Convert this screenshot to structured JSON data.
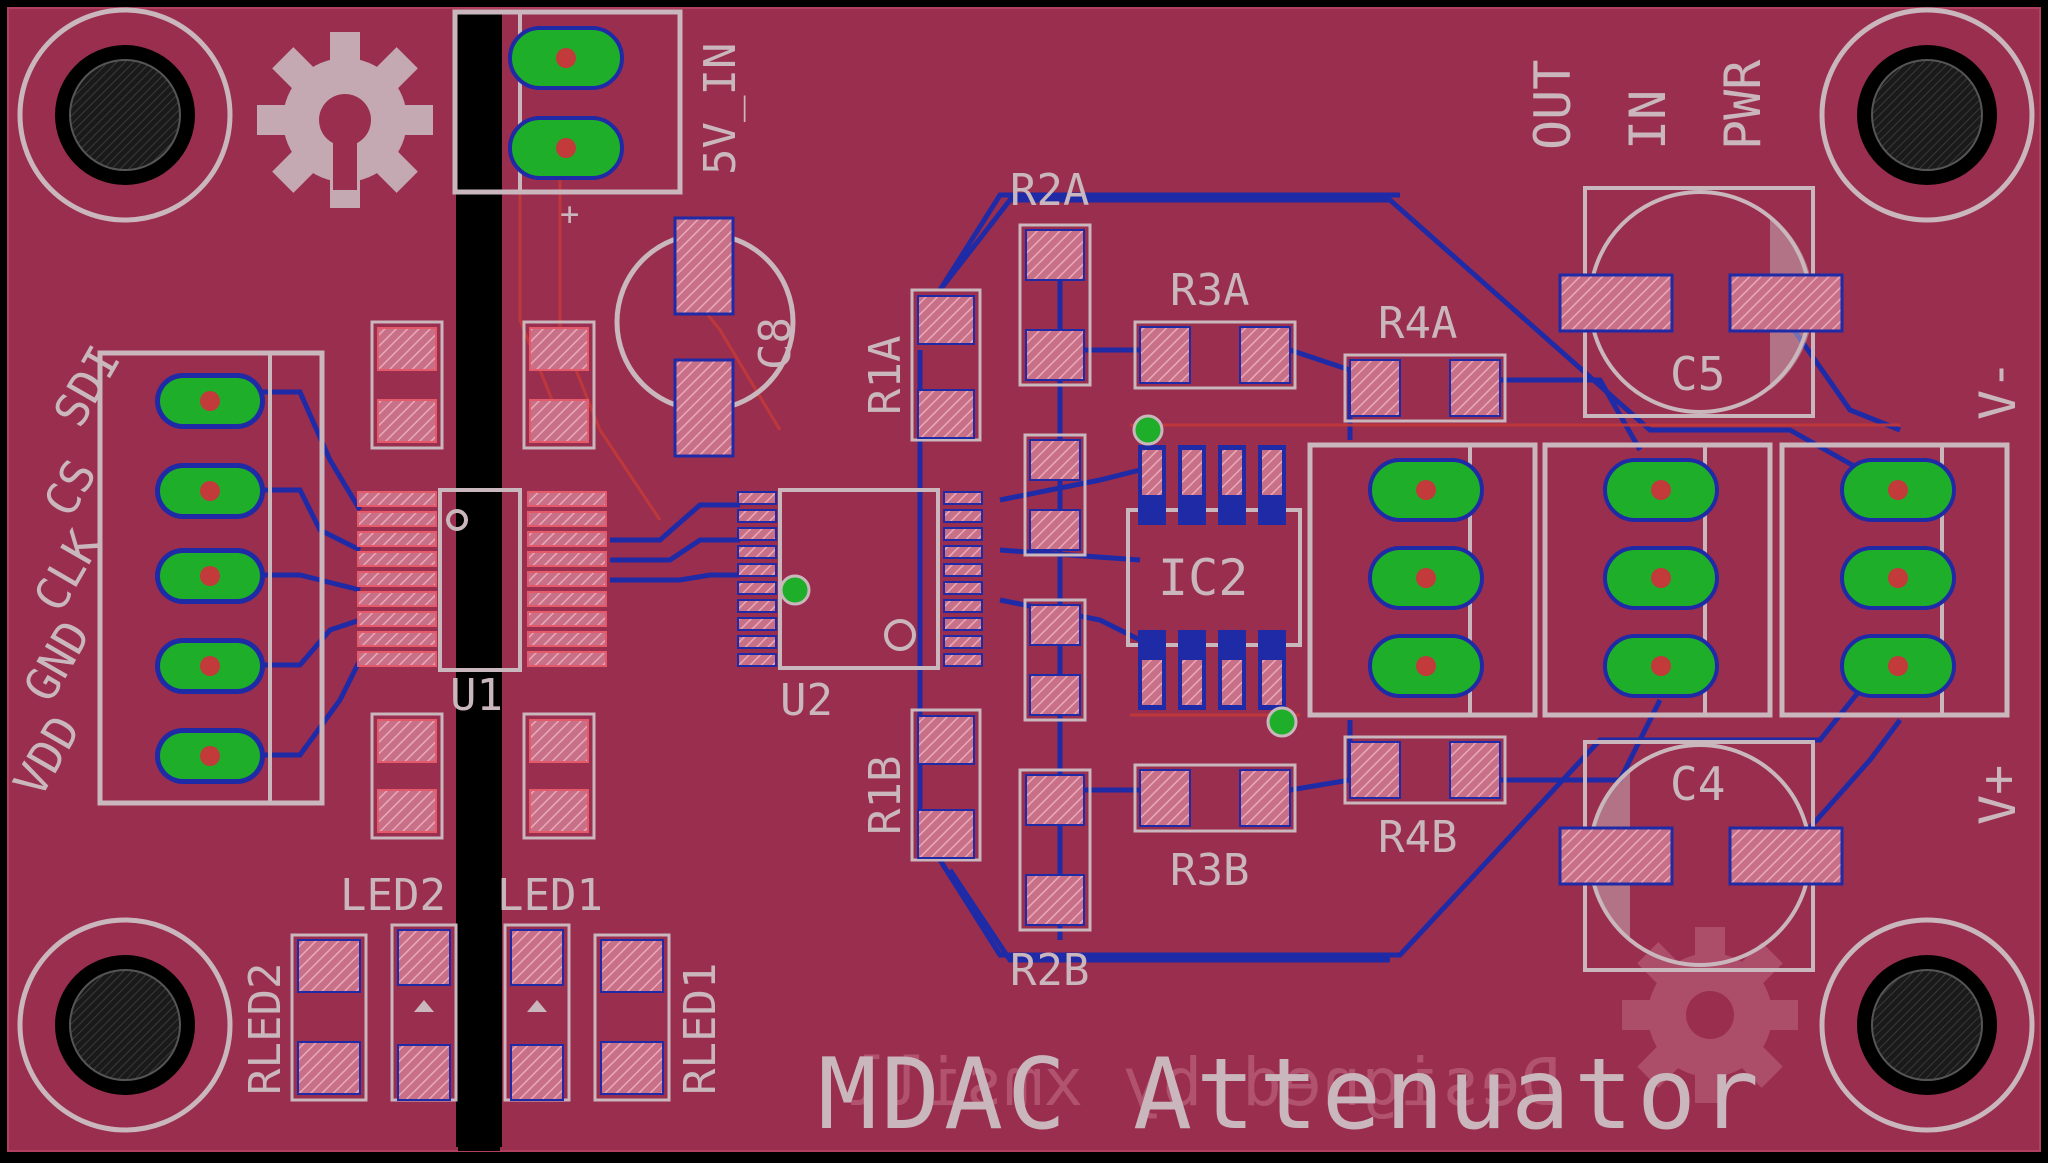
{
  "board": {
    "title": "MDAC Attenuator",
    "mirror_text": "Designed by xmsill",
    "colors": {
      "background": "#000000",
      "copper_top": "#9a2e4e",
      "copper_border": "#b0405e",
      "silkscreen": "#c9b7bd",
      "trace_blue": "#1f2aa6",
      "trace_red": "#c23a3a",
      "pad_fill": "#cf7f94",
      "thru_hole": "#1fae2a"
    }
  },
  "labels": {
    "u1": "U1",
    "u2": "U2",
    "ic2": "IC2",
    "c8": "C8",
    "c5": "C5",
    "c4": "C4",
    "r1a": "R1A",
    "r1b": "R1B",
    "r2a": "R2A",
    "r2b": "R2B",
    "r3a": "R3A",
    "r3b": "R3B",
    "r4a": "R4A",
    "r4b": "R4B",
    "led1": "LED1",
    "led2": "LED2",
    "rled1": "RLED1",
    "rled2": "RLED2",
    "v5_in": "5V_IN",
    "plus": "+",
    "out": "OUT",
    "in": "IN",
    "pwr": "PWR",
    "v_minus": "V-",
    "v_plus": "V+",
    "sdi": "SDI",
    "cs": "CS",
    "clk": "CLK",
    "gnd": "GND",
    "vdd": "VDD"
  },
  "icons": [
    "open-hardware-gear-icon",
    "mounting-hole-icon"
  ]
}
